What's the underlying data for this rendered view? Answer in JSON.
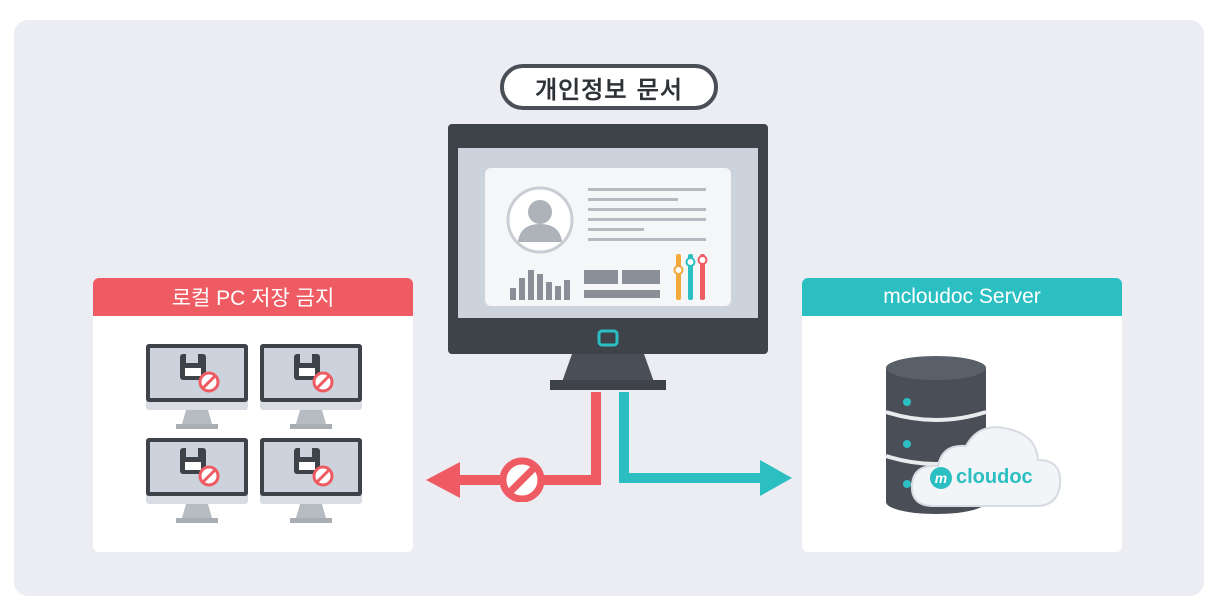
{
  "document_label": "개인정보 문서",
  "left_panel": {
    "title": "로컬 PC 저장 금지"
  },
  "right_panel": {
    "title": "mcloudoc Server",
    "logo_text": "cloudoc",
    "logo_mark": "m"
  },
  "colors": {
    "red": "#ef5b62",
    "teal": "#2bbfc2",
    "dark": "#3e4249",
    "screen": "#cdd3dd",
    "background": "#ebedf3"
  },
  "icons": [
    "user-avatar-icon",
    "bar-chart-icon",
    "slider-icon",
    "floppy-disk-icon",
    "prohibited-icon",
    "database-icon",
    "cloud-icon"
  ]
}
